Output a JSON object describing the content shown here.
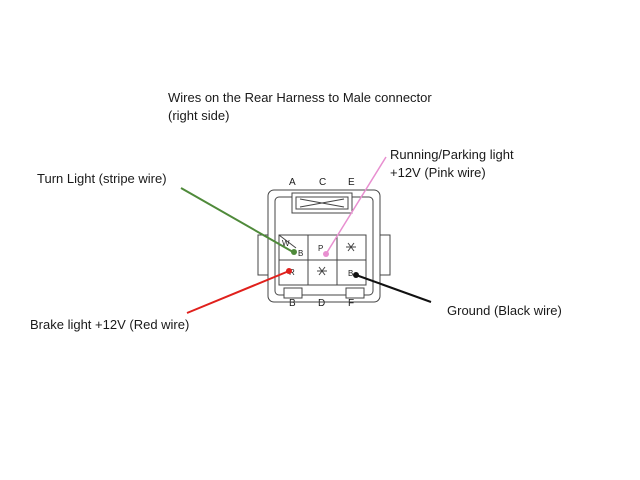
{
  "title": {
    "line1": "Wires on the Rear Harness to Male connector",
    "line2": "(right side)"
  },
  "callouts": {
    "turn_light": "Turn Light (stripe wire)",
    "running_line1": "Running/Parking light",
    "running_line2": "+12V (Pink wire)",
    "brake_light": "Brake light +12V (Red wire)",
    "ground": "Ground (Black wire)"
  },
  "connector": {
    "top_pins": [
      "A",
      "C",
      "E"
    ],
    "bottom_pins": [
      "B",
      "D",
      "F"
    ],
    "cells": {
      "top_left_corner": "W",
      "top_left": "B",
      "top_middle": "P",
      "bottom_left": "R",
      "bottom_right": "B"
    }
  },
  "colors": {
    "turn_light_wire": "#4f8a3a",
    "running_light_wire": "#e88fd0",
    "brake_light_wire": "#e0201c",
    "ground_wire": "#111111"
  }
}
